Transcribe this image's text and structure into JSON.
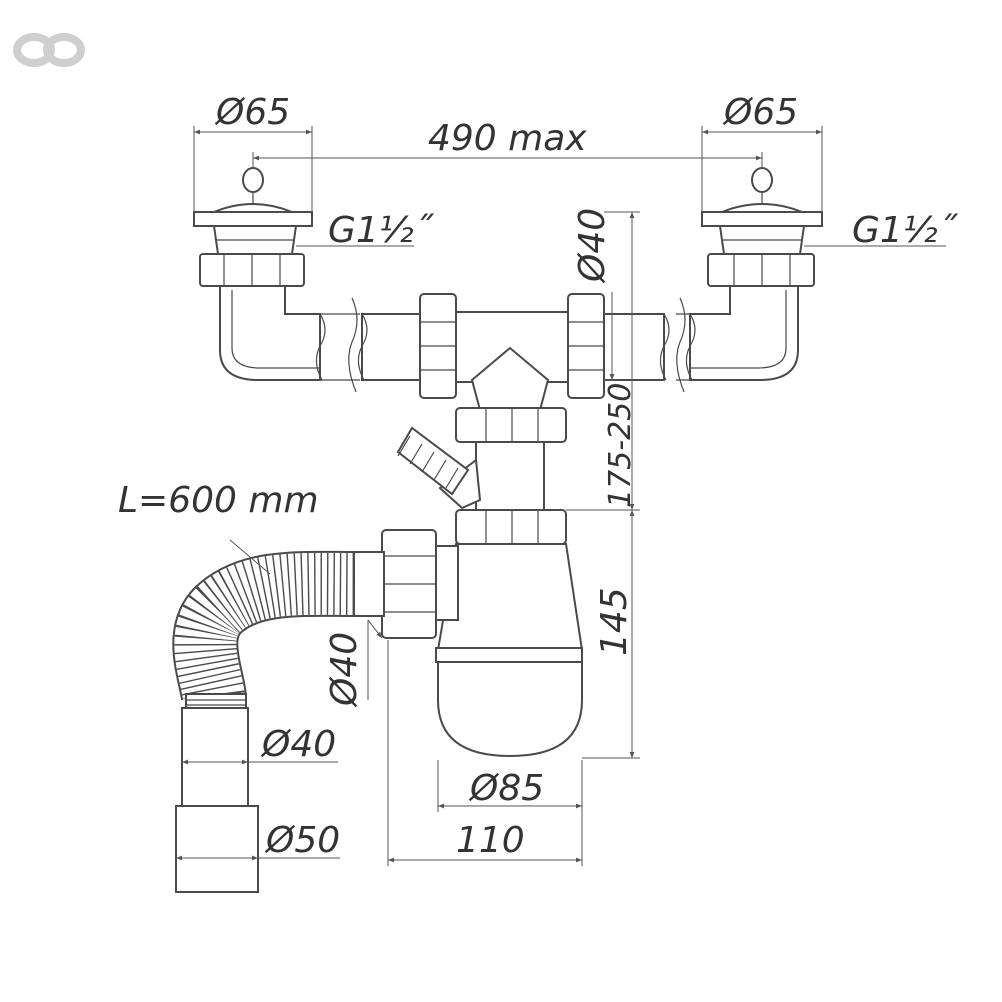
{
  "logo": {
    "icon": "chain-link-icon",
    "color": "#cfcfcf"
  },
  "dimensions": {
    "left_drain_diameter": "Ø65",
    "right_drain_diameter": "Ø65",
    "drain_spacing": "490 max",
    "left_thread": "G1½˝",
    "right_thread": "G1½˝",
    "pipe_diameter": "Ø40",
    "height_range": "175-250",
    "hose_length": "L=600 mm",
    "bottle_height": "145",
    "outlet_diameter": "Ø40",
    "hose_end_diameter": "Ø40",
    "spigot_diameter": "Ø50",
    "bottle_diameter": "Ø85",
    "overall_width": "110"
  },
  "colors": {
    "line": "#4a4a4a",
    "text": "#333333",
    "background": "#ffffff"
  }
}
